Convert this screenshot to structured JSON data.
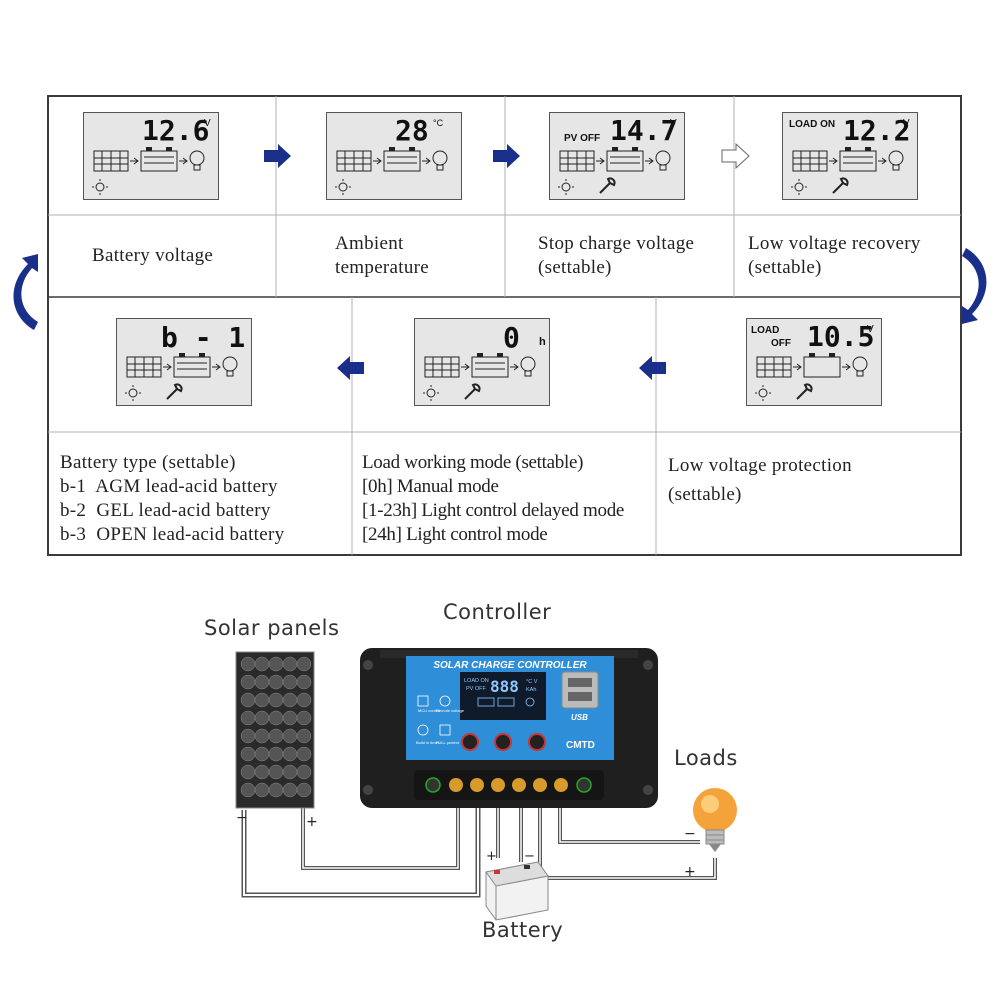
{
  "top_row": [
    {
      "id": "battery-voltage",
      "display": "12.6",
      "unit": "V",
      "caption": [
        "Battery voltage"
      ]
    },
    {
      "id": "ambient-temperature",
      "display": "28",
      "unit": "°C",
      "caption": [
        "Ambient",
        "temperature"
      ]
    },
    {
      "id": "stop-charge-voltage",
      "prefix": "PV OFF",
      "display": "14.7",
      "unit": "V",
      "caption": [
        "Stop charge voltage",
        "(settable)"
      ]
    },
    {
      "id": "low-voltage-recovery",
      "prefix": "LOAD ON",
      "display": "12.2",
      "unit": "V",
      "caption": [
        "Low voltage recovery",
        "(settable)"
      ]
    }
  ],
  "bottom_row": [
    {
      "id": "battery-type",
      "display": "b - 1",
      "caption": [
        "Battery type (settable)",
        "b-1  AGM lead-acid battery",
        "b-2  GEL lead-acid battery",
        "b-3  OPEN lead-acid battery"
      ]
    },
    {
      "id": "load-working-mode",
      "display": "0",
      "unit": "h",
      "caption": [
        "Load working mode (settable)",
        "[0h] Manual mode",
        "[1-23h] Light control delayed mode",
        "[24h] Light control mode"
      ]
    },
    {
      "id": "low-voltage-protection",
      "prefix_line1": "LOAD",
      "prefix_line2": "OFF",
      "display": "10.5",
      "unit": "V",
      "caption": [
        "Low voltage protection",
        "(settable)"
      ]
    }
  ],
  "wiring": {
    "controller_label": "Controller",
    "solar_label": "Solar panels",
    "loads_label": "Loads",
    "battery_label": "Battery",
    "controller_header": "SOLAR CHARGE CONTROLLER",
    "brand": "CMTD",
    "usb": "USB",
    "lcd_top_left": "LOAD ON",
    "lcd_top_left2": "PV OFF",
    "lcd_digits": "888",
    "lcd_units": "°C V",
    "lcd_units2": "KAh",
    "feature1": "MCU control",
    "feature2": "Remote voltage",
    "feature3": "Build in timer",
    "feature4": "FULL protect",
    "minus": "−",
    "plus": "+",
    "colors": {
      "controller_body": "#1f1f1f",
      "panel_blue": "#2f8ed8",
      "lcd_dark": "#0f1a2a",
      "wire": "#555555",
      "bulb": "#f4a23a"
    }
  }
}
